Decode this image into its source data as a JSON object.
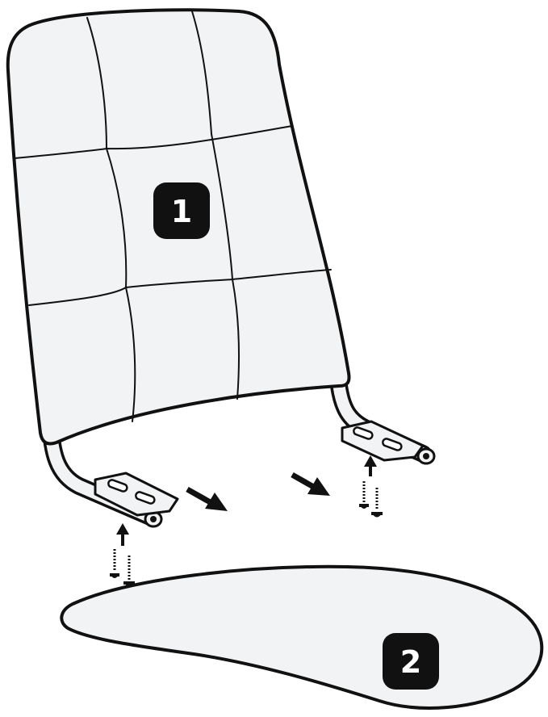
{
  "parts": [
    {
      "id": "backrest",
      "label": "1"
    },
    {
      "id": "seat",
      "label": "2"
    }
  ],
  "colors": {
    "line": "#111111",
    "part_fill": "#f2f3f4",
    "badge_fill": "#111111",
    "badge_text": "#ffffff"
  },
  "fasteners": {
    "screw_count": 2
  },
  "icons": [
    "arrow-up-icon",
    "arrow-down-right-icon",
    "screw-icon"
  ]
}
